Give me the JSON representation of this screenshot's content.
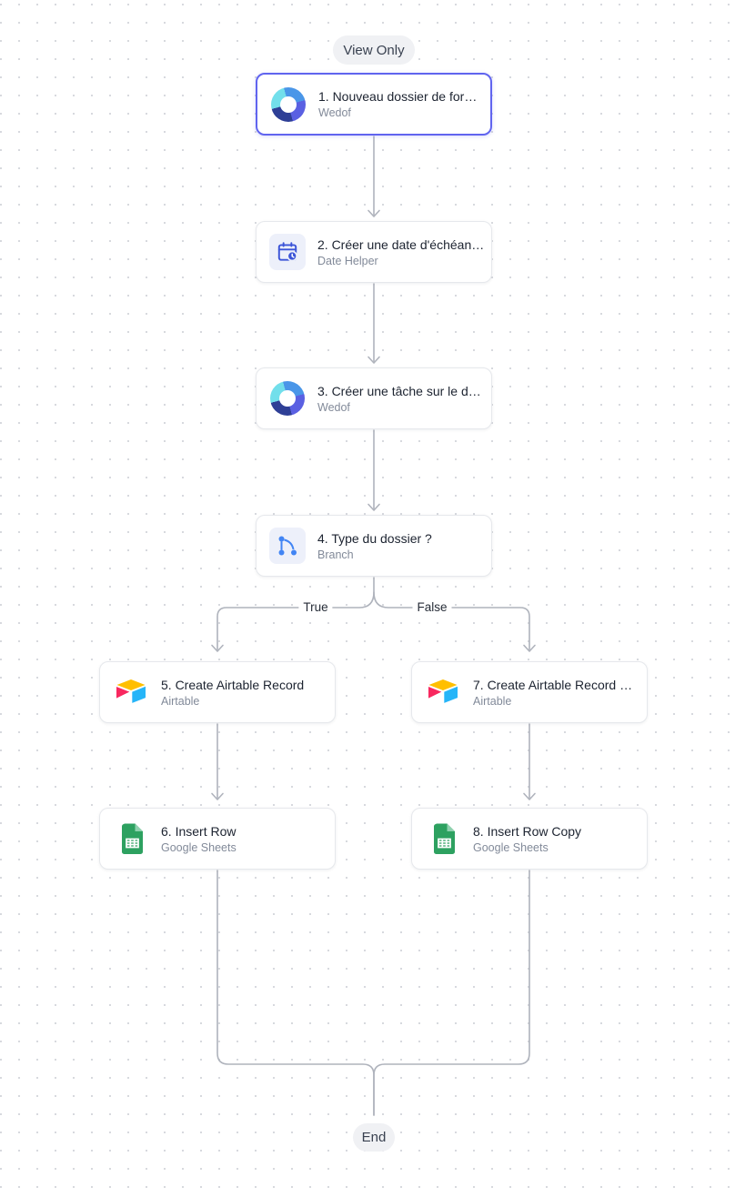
{
  "badges": {
    "view_only": "View Only",
    "end": "End"
  },
  "branch_labels": {
    "true_label": "True",
    "false_label": "False"
  },
  "nodes": [
    {
      "id": 1,
      "title": "1. Nouveau dossier de for…",
      "app": "Wedof",
      "icon": "wedof",
      "selected": true
    },
    {
      "id": 2,
      "title": "2. Créer une date d'échéan…",
      "app": "Date Helper",
      "icon": "date-helper",
      "selected": false
    },
    {
      "id": 3,
      "title": "3. Créer une tâche sur le d…",
      "app": "Wedof",
      "icon": "wedof",
      "selected": false
    },
    {
      "id": 4,
      "title": "4. Type du dossier ?",
      "app": "Branch",
      "icon": "branch",
      "selected": false
    },
    {
      "id": 5,
      "title": "5. Create Airtable Record",
      "app": "Airtable",
      "icon": "airtable",
      "selected": false
    },
    {
      "id": 6,
      "title": "6. Insert Row",
      "app": "Google Sheets",
      "icon": "google-sheets",
      "selected": false
    },
    {
      "id": 7,
      "title": "7. Create Airtable Record …",
      "app": "Airtable",
      "icon": "airtable",
      "selected": false
    },
    {
      "id": 8,
      "title": "8. Insert Row Copy",
      "app": "Google Sheets",
      "icon": "google-sheets",
      "selected": false
    }
  ],
  "colors": {
    "selected_border": "#6064EF",
    "connector": "#AFB3BC",
    "canvas_dot": "#D7D9DE",
    "pill_bg": "#F0F1F4",
    "card_border": "#E6E8EC",
    "title_text": "#1C2330",
    "subtitle_text": "#828A99",
    "airtable_yellow": "#FFBF00",
    "airtable_blue": "#26B5F8",
    "airtable_red": "#F8285F",
    "sheets_green": "#2DA160",
    "blue_icon": "#4285F4"
  }
}
